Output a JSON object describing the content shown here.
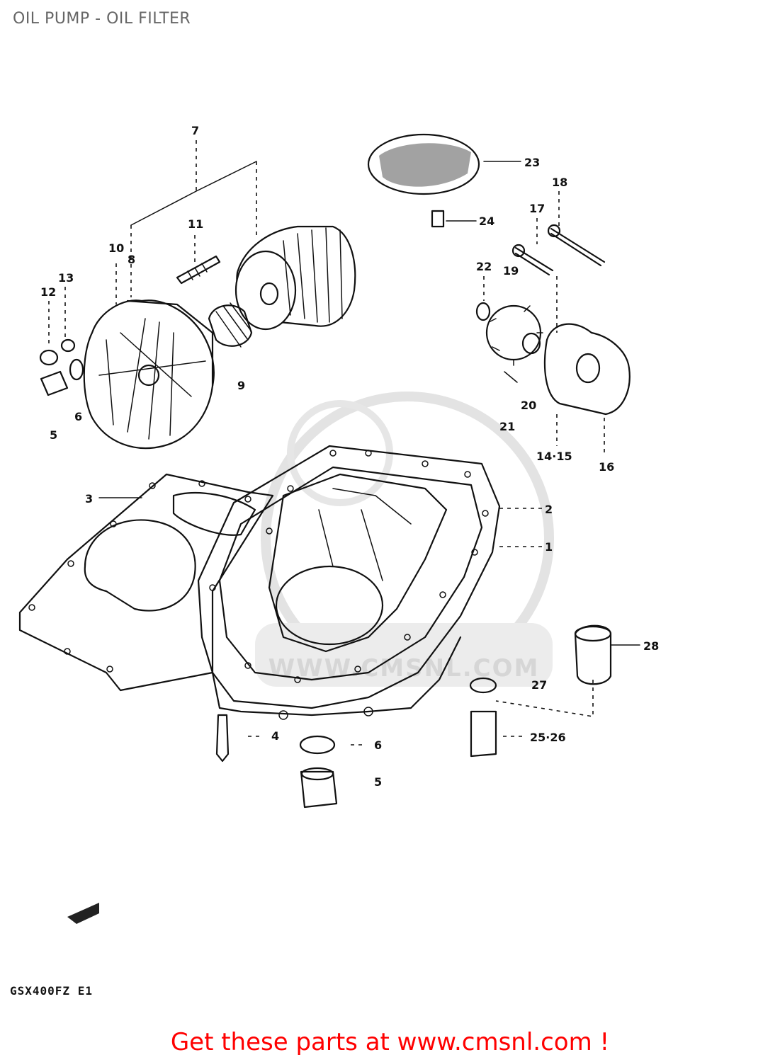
{
  "page": {
    "title": "OIL PUMP - OIL FILTER",
    "promo_text": "Get these parts at www.cmsnl.com !",
    "watermark_text": "WWW.CMSNL.COM",
    "model_code": "GSX400FZ E1"
  },
  "callouts": {
    "c1": "1",
    "c2": "2",
    "c3": "3",
    "c4": "4",
    "c5a": "5",
    "c5b": "5",
    "c6a": "6",
    "c6b": "6",
    "c7": "7",
    "c8": "8",
    "c9": "9",
    "c10": "10",
    "c11": "11",
    "c12": "12",
    "c13": "13",
    "c14_15": "14·15",
    "c16": "16",
    "c17": "17",
    "c18": "18",
    "c19": "19",
    "c20": "20",
    "c21": "21",
    "c22": "22",
    "c23": "23",
    "c24": "24",
    "c25_26": "25·26",
    "c27": "27",
    "c28": "28"
  },
  "colors": {
    "promo": "#ff0000",
    "title": "#666666",
    "watermark": "#d6d6d6"
  }
}
